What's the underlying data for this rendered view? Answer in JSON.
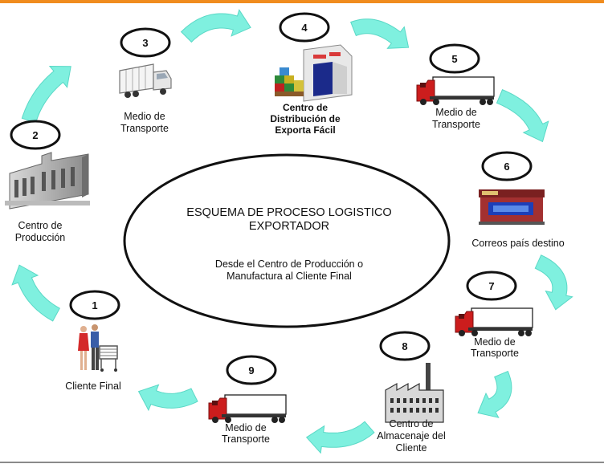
{
  "colors": {
    "top_bar": "#f08c1e",
    "arrow": "#7ff0df",
    "arrow_stroke": "#5ad8c6",
    "bottom_line": "#8a8a8a",
    "truck_cab": "#cc1d1d"
  },
  "center": {
    "title": "ESQUEMA DE PROCESO LOGISTICO\nEXPORTADOR",
    "subtitle": "Desde el Centro de Producción o\nManufactura al Cliente Final"
  },
  "steps": [
    {
      "number": "1",
      "label": "Cliente Final",
      "icon": "shoppers-icon"
    },
    {
      "number": "2",
      "label": "Centro de\nProducción",
      "icon": "factory-building-icon"
    },
    {
      "number": "3",
      "label": "Medio de\nTransporte",
      "icon": "white-truck-icon"
    },
    {
      "number": "4",
      "label": "Centro de\nDistribución de\nExporta Fácil",
      "icon": "warehouse-icon"
    },
    {
      "number": "5",
      "label": "Medio de\nTransporte",
      "icon": "red-truck-icon"
    },
    {
      "number": "6",
      "label": "Correos país destino",
      "icon": "post-office-icon"
    },
    {
      "number": "7",
      "label": "Medio de\nTransporte",
      "icon": "red-truck-icon"
    },
    {
      "number": "8",
      "label": "Centro de\nAlmacenaje del\nCliente",
      "icon": "factory-chimney-icon"
    },
    {
      "number": "9",
      "label": "Medio de\nTransporte",
      "icon": "red-truck-icon"
    }
  ]
}
